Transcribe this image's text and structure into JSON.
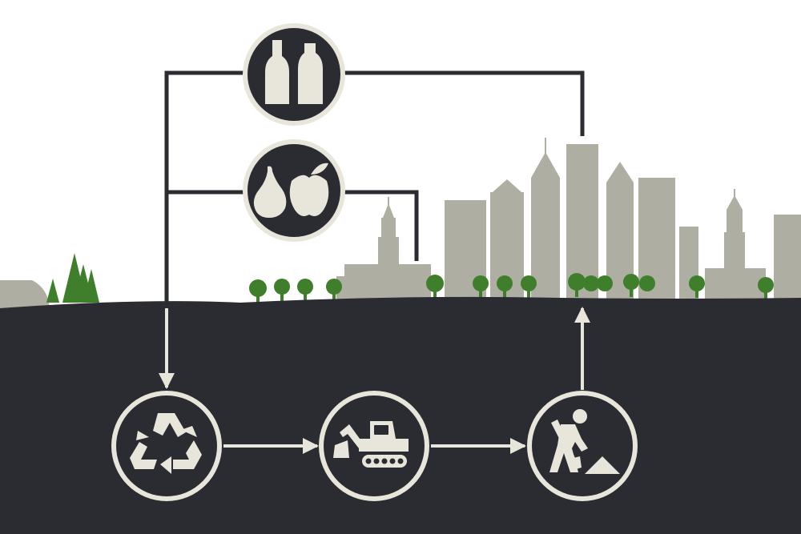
{
  "colors": {
    "ground": "#2b2b32",
    "cream": "#e8e6da",
    "circle_fill": "#2b2b32",
    "circle_ring": "#e8e6da",
    "skyline": "#aeaea3",
    "tree": "#3f7f2c",
    "connector": "#2b2b32",
    "arrow": "#e8e6da",
    "sky": "#ffffff"
  },
  "top_sources": [
    {
      "name": "bottles-source",
      "icon": "bottles-icon"
    },
    {
      "name": "fruit-source",
      "icon": "pear-apple-icon"
    }
  ],
  "process_steps": [
    {
      "name": "recycle-step",
      "icon": "recycle-icon"
    },
    {
      "name": "excavator-step",
      "icon": "excavator-icon"
    },
    {
      "name": "worker-step",
      "icon": "worker-shoveling-icon"
    }
  ],
  "landmarks": [
    "independence-hall",
    "liberty-place-towers",
    "city-hall-tower"
  ]
}
